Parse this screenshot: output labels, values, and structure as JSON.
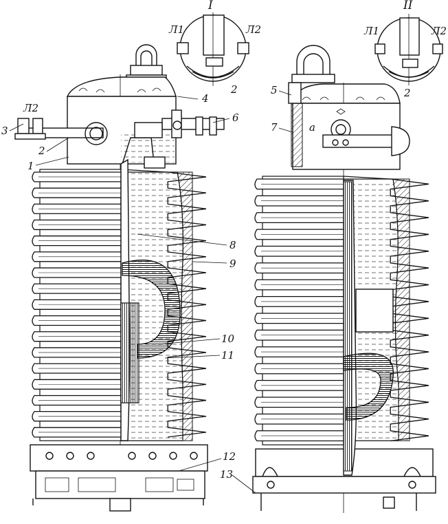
{
  "figure": {
    "views": [
      {
        "name": "left-view"
      },
      {
        "name": "right-view"
      }
    ],
    "insets": [
      {
        "roman": "I",
        "labels": [
          "Л1",
          "Л2",
          "2"
        ]
      },
      {
        "roman": "II",
        "labels": [
          "Л1",
          "Л2",
          "2"
        ]
      }
    ],
    "callouts": {
      "c1": "1",
      "c2": "2",
      "c3": "3",
      "c4": "4",
      "c5": "5",
      "c6": "6",
      "c7": "7",
      "c8": "8",
      "c9": "9",
      "c10": "10",
      "c11": "11",
      "c12": "12",
      "c13": "13",
      "ca": "a",
      "cL2": "Л2"
    }
  }
}
